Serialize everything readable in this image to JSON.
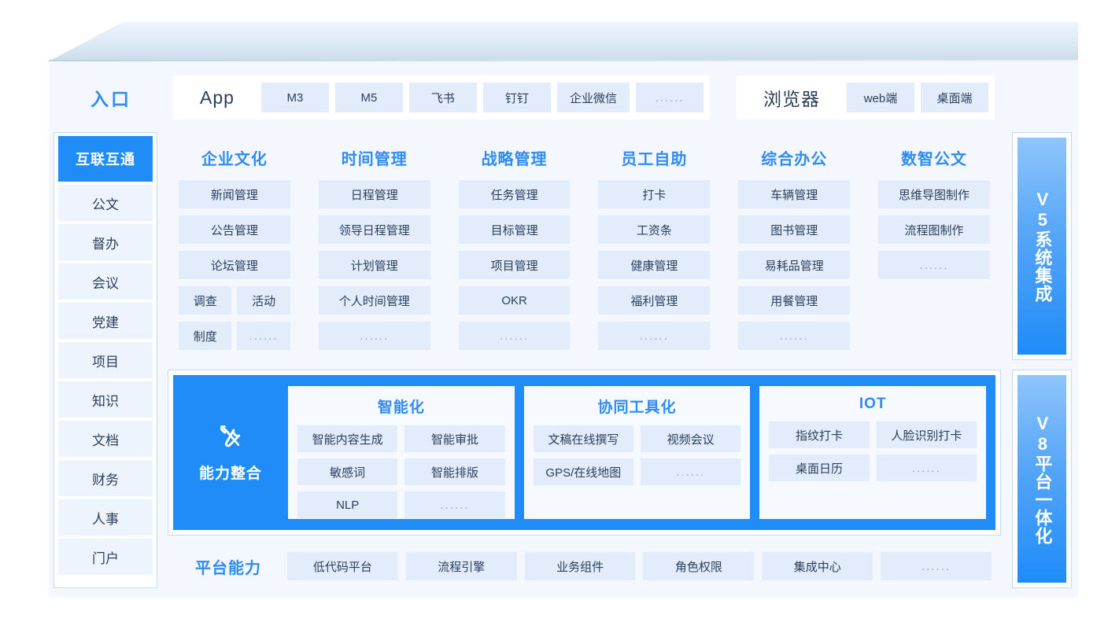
{
  "entry": {
    "title": "入口",
    "groups": [
      {
        "lead": "App",
        "chips": [
          "M3",
          "M5",
          "飞书",
          "钉钉",
          "企业微信",
          "......"
        ]
      },
      {
        "lead": "浏览器",
        "chips": [
          "web端",
          "桌面端"
        ]
      }
    ]
  },
  "sidebar": {
    "items": [
      {
        "label": "互联互通",
        "active": true
      },
      {
        "label": "公文",
        "active": false
      },
      {
        "label": "督办",
        "active": false
      },
      {
        "label": "会议",
        "active": false
      },
      {
        "label": "党建",
        "active": false
      },
      {
        "label": "项目",
        "active": false
      },
      {
        "label": "知识",
        "active": false
      },
      {
        "label": "文档",
        "active": false
      },
      {
        "label": "财务",
        "active": false
      },
      {
        "label": "人事",
        "active": false
      },
      {
        "label": "门户",
        "active": false
      }
    ]
  },
  "cards": [
    {
      "title": "企业文化",
      "items": [
        "新闻管理",
        "公告管理",
        "论坛管理"
      ],
      "pairs": [
        [
          "调查",
          "活动"
        ],
        [
          "制度",
          "......"
        ]
      ]
    },
    {
      "title": "时间管理",
      "items": [
        "日程管理",
        "领导日程管理",
        "计划管理",
        "个人时间管理",
        "......"
      ],
      "pairs": []
    },
    {
      "title": "战略管理",
      "items": [
        "任务管理",
        "目标管理",
        "项目管理",
        "OKR",
        "......"
      ],
      "pairs": []
    },
    {
      "title": "员工自助",
      "items": [
        "打卡",
        "工资条",
        "健康管理",
        "福利管理",
        "......"
      ],
      "pairs": []
    },
    {
      "title": "综合办公",
      "items": [
        "车辆管理",
        "图书管理",
        "易耗品管理",
        "用餐管理",
        "......"
      ],
      "pairs": []
    },
    {
      "title": "数智公文",
      "items": [
        "思维导图制作",
        "流程图制作",
        "......"
      ],
      "pairs": []
    }
  ],
  "versions": {
    "v5": "V5系统集成",
    "v8": "V8平台一体化"
  },
  "capability": {
    "label": "能力整合",
    "icon": "tools-icon",
    "panels": [
      {
        "title": "智能化",
        "rows": [
          [
            "智能内容生成",
            "智能审批"
          ],
          [
            "敏感词",
            "智能排版"
          ],
          [
            "NLP",
            "......"
          ]
        ]
      },
      {
        "title": "协同工具化",
        "rows": [
          [
            "文稿在线撰写",
            "视频会议"
          ],
          [
            "GPS/在线地图",
            "......"
          ]
        ]
      },
      {
        "title": "IOT",
        "rows": [
          [
            "指纹打卡",
            "人脸识别打卡"
          ],
          [
            "桌面日历",
            "......"
          ]
        ]
      }
    ]
  },
  "platform": {
    "title": "平台能力",
    "chips": [
      "低代码平台",
      "流程引擎",
      "业务组件",
      "角色权限",
      "集成中心",
      "......"
    ]
  },
  "colors": {
    "accent": "#2f8bf5",
    "active": "#1f8cf8",
    "tile": "#e2ecfb",
    "card_bg": "#f4f8fe",
    "border": "#c3dcf7"
  }
}
